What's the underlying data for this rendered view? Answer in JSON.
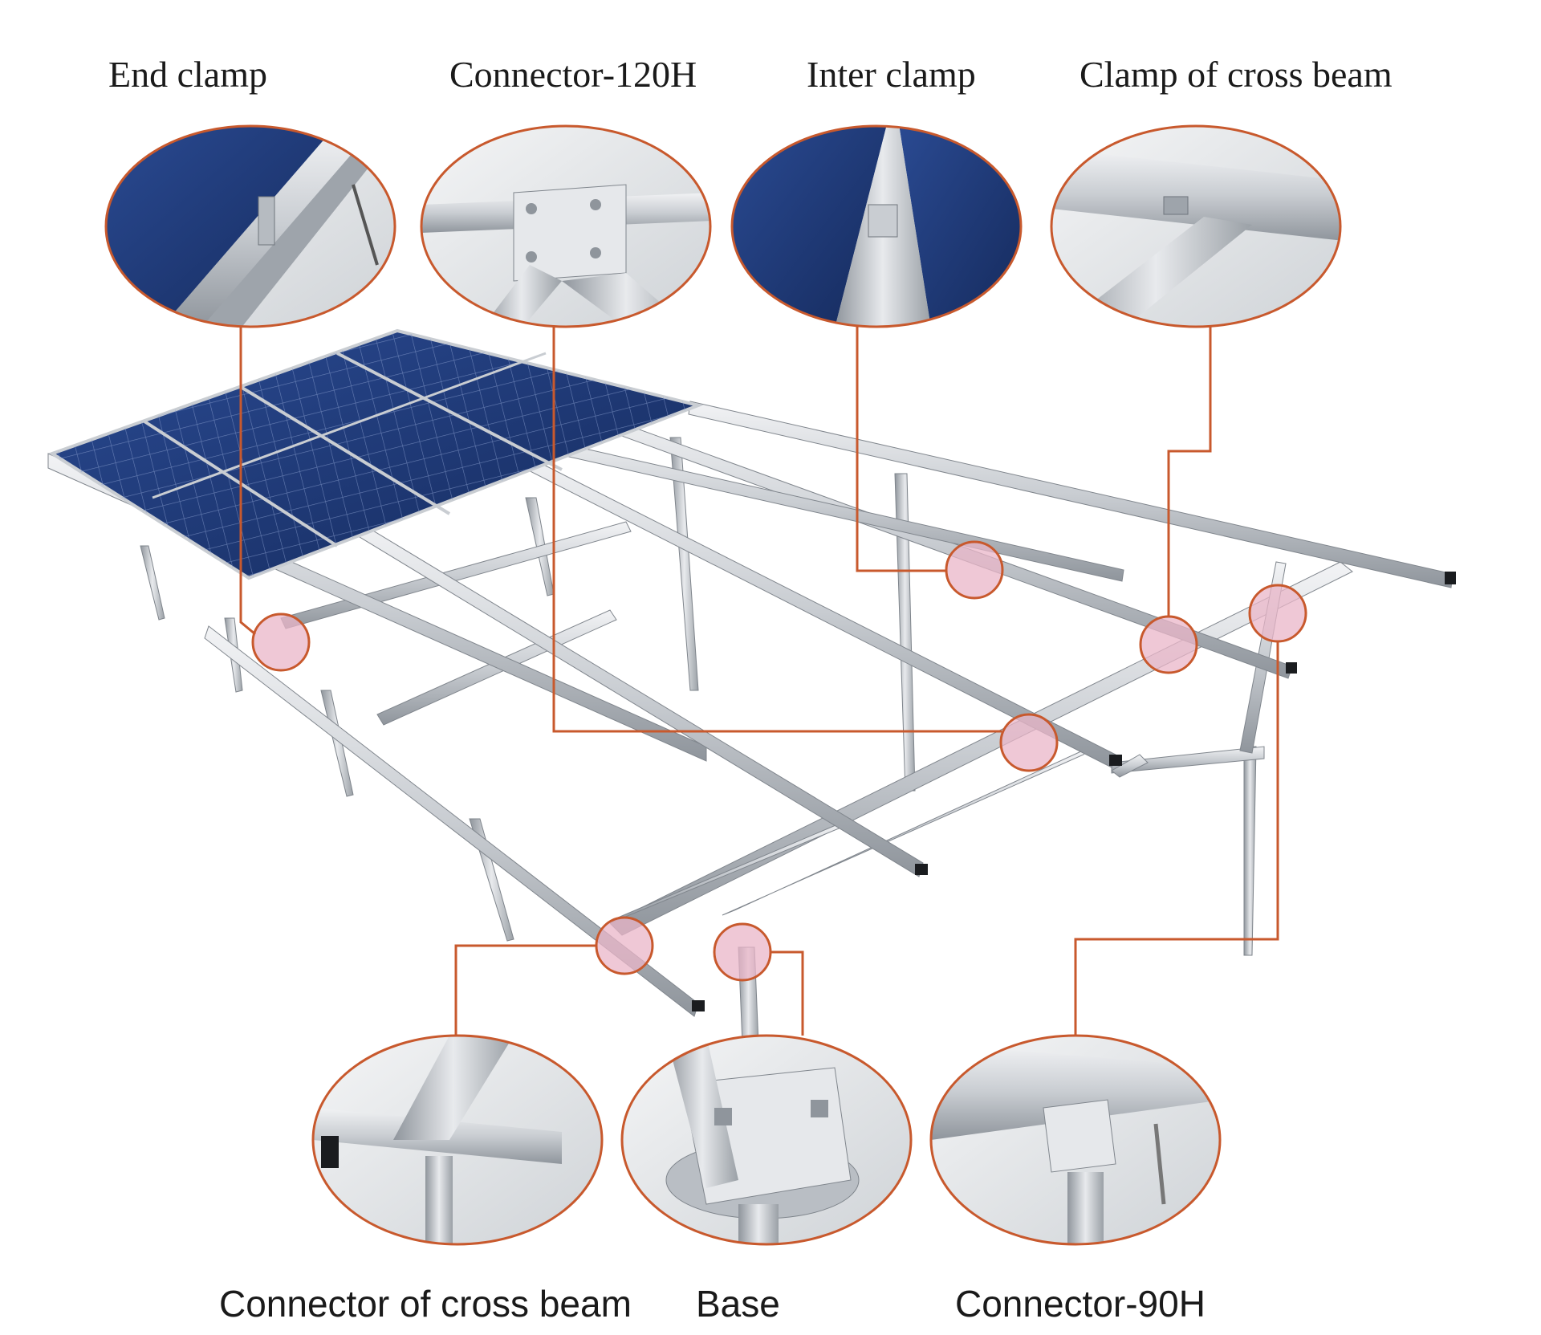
{
  "colors": {
    "callout": "#c8592d",
    "marker_fill": "#e9b6c8",
    "panel_blue": "#1f3a78",
    "panel_blue_dark": "#16295a",
    "panel_grid": "#8aa0cf",
    "metal_light": "#e4e6e9",
    "metal_mid": "#c2c6cb",
    "metal_dark": "#8f959c"
  },
  "callouts": {
    "end_clamp": {
      "label": "End clamp",
      "icon": "end-clamp-detail"
    },
    "connector_120h": {
      "label": "Connector-120H",
      "icon": "connector-120h-detail"
    },
    "inter_clamp": {
      "label": "Inter clamp",
      "icon": "inter-clamp-detail"
    },
    "clamp_cross_beam": {
      "label": "Clamp of cross beam",
      "icon": "cross-beam-clamp-detail"
    },
    "connector_cross_beam": {
      "label": "Connector of cross beam",
      "icon": "cross-beam-connector-detail"
    },
    "base": {
      "label": "Base",
      "icon": "base-plate-detail"
    },
    "connector_90h": {
      "label": "Connector-90H",
      "icon": "connector-90h-detail"
    }
  }
}
